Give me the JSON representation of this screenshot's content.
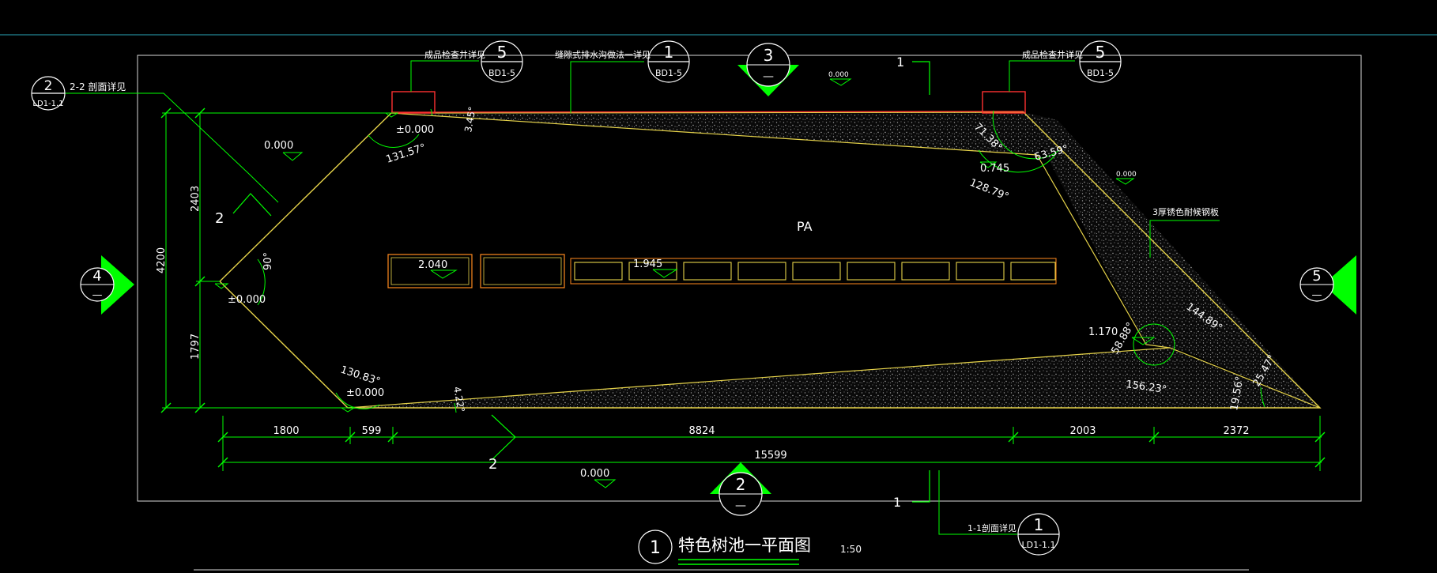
{
  "drawing": {
    "title": "特色树池一平面图",
    "title_number": "1",
    "scale": "1:50",
    "area_label": "PA",
    "material_note": "3厚锈色耐候钢板"
  },
  "callouts": {
    "detail_2_2": {
      "text": "2-2 剖面详见",
      "num": "2",
      "sheet": "LD1-1.1"
    },
    "well_left": {
      "text": "成品检查井详见",
      "num": "5",
      "sheet": "BD1-5"
    },
    "drain": {
      "text": "缝隙式排水沟做法一详见",
      "num": "1",
      "sheet": "BD1-5"
    },
    "well_right": {
      "text": "成品检查井详见",
      "num": "5",
      "sheet": "BD1-5"
    },
    "detail_1_1": {
      "text": "1-1剖面详见",
      "num": "1",
      "sheet": "LD1-1.1"
    }
  },
  "elevation_markers": {
    "top_index": "3",
    "bottom_index": "2",
    "left_index": "4",
    "right_index": "5",
    "dash": "—"
  },
  "section_marks": {
    "one_top": "1",
    "one_bottom": "1",
    "two_left": "2",
    "two_bottom": "2"
  },
  "levels": {
    "left_top": "0.000",
    "top_mid": "0.000",
    "right_mid": "0.000",
    "bottom_mid": "0.000",
    "apex_top": "±0.000",
    "apex_left": "±0.000",
    "apex_bottom": "±0.000",
    "bench_left": "2.040",
    "bench_right": "1.945",
    "right_upper": "0.745",
    "right_lower": "1.170"
  },
  "angles": {
    "a1": "131.57°",
    "a2": "3.45°",
    "a3": "71.38°",
    "a4": "63.59°",
    "a5": "128.79°",
    "a6": "90°",
    "a7": "130.83°",
    "a8": "4.22°",
    "a9": "58.88°",
    "a10": "144.89°",
    "a11": "156.23°",
    "a12": "19.56°",
    "a13": "25.47°"
  },
  "dimensions": {
    "height_total": "4200",
    "height_upper": "2403",
    "height_lower": "1797",
    "seg1": "1800",
    "seg2": "599",
    "seg3": "8824",
    "seg4": "2003",
    "seg5": "2372",
    "total": "15599"
  }
}
